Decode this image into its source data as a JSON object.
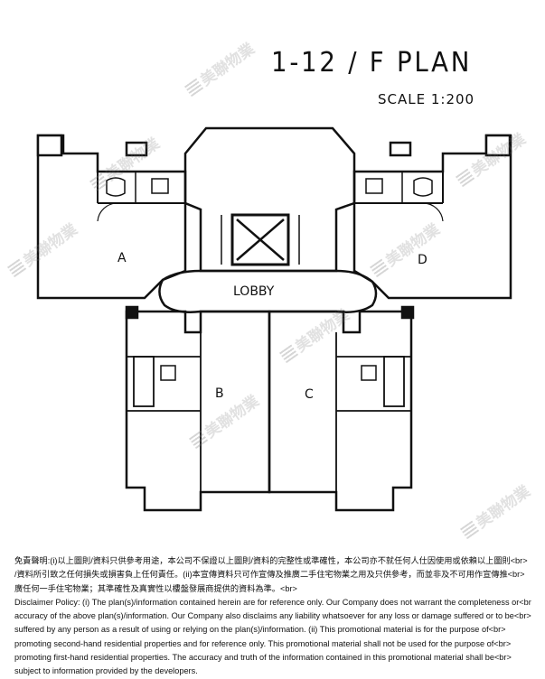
{
  "plan": {
    "title": "1-12 / F PLAN",
    "scale": "SCALE 1:200",
    "rooms": {
      "a": "A",
      "b": "B",
      "c": "C",
      "d": "D",
      "lobby": "LOBBY"
    }
  },
  "watermark": {
    "text": "美聯物業"
  },
  "disclaimer": {
    "lines": [
      "免責聲明:(i)以上圖則/資料只供參考用途，本公司不保證以上圖則/資料的完整性或準確性，本公司亦不就任何人仕因使用或依賴以上圖則<br>",
      "/資料所引致之任何損失或損害負上任何責任。(ii)本宣傳資料只可作宣傳及推廣二手住宅物業之用及只供參考，而並非及不可用作宣傳推<br>",
      "廣任何一手住宅物業；其準確性及真實性以樓盤發展商提供的資料為準。<br>",
      "Disclaimer Policy: (i) The plan(s)/information contained herein are for reference only. Our Company does not warrant the completeness or<br>",
      "accuracy of the above plan(s)/information. Our Company also disclaims any liability whatsoever for any loss or damage suffered or to be<br>",
      "suffered by any person as a result of using or relying on the plan(s)/information. (ii) This promotional material is for the purpose of<br>",
      "promoting second-hand residential properties and for reference only. This promotional material shall not be used for the purpose of<br>",
      "promoting first-hand residential properties. The accuracy and truth of the information contained in this promotional material shall be<br>",
      "subject to information provided by the developers."
    ]
  }
}
